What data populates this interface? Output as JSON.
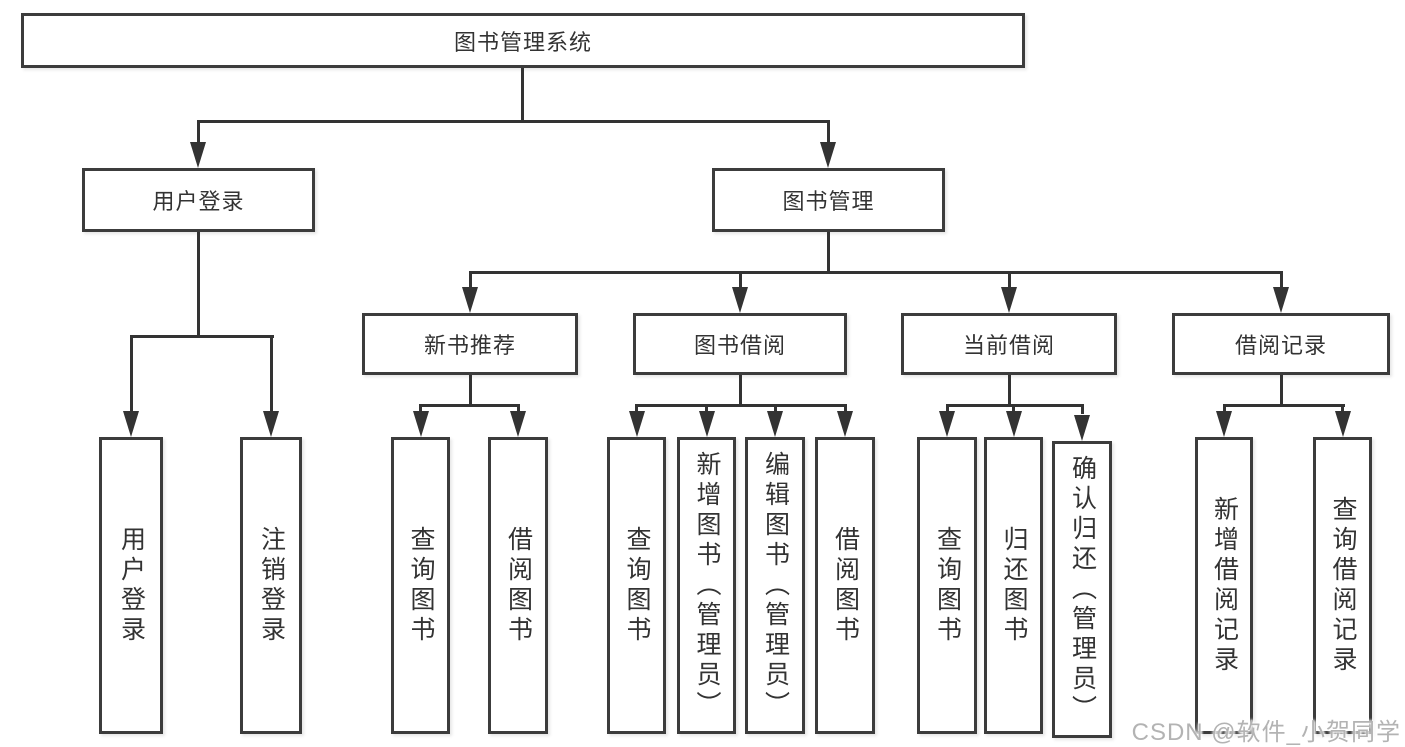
{
  "tree": {
    "label": "图书管理系统",
    "children": [
      {
        "label": "用户登录",
        "children": [
          {
            "label": "用户登录"
          },
          {
            "label": "注销登录"
          }
        ]
      },
      {
        "label": "图书管理",
        "children": [
          {
            "label": "新书推荐",
            "children": [
              {
                "label": "查询图书"
              },
              {
                "label": "借阅图书"
              }
            ]
          },
          {
            "label": "图书借阅",
            "children": [
              {
                "label": "查询图书"
              },
              {
                "label": "新增图书（管理员）"
              },
              {
                "label": "编辑图书（管理员）"
              },
              {
                "label": "借阅图书"
              }
            ]
          },
          {
            "label": "当前借阅",
            "children": [
              {
                "label": "查询图书"
              },
              {
                "label": "归还图书"
              },
              {
                "label": "确认归还（管理员）"
              }
            ]
          },
          {
            "label": "借阅记录",
            "children": [
              {
                "label": "新增借阅记录"
              },
              {
                "label": "查询借阅记录"
              }
            ]
          }
        ]
      }
    ]
  },
  "watermark": {
    "text": "CSDN @软件_小贺同学"
  },
  "colors": {
    "line": "#333333",
    "box_border": "#3c3c3c",
    "box_fill": "#ffffff",
    "text": "#333333",
    "watermark": "#b3b3b3",
    "background": "#ffffff"
  }
}
